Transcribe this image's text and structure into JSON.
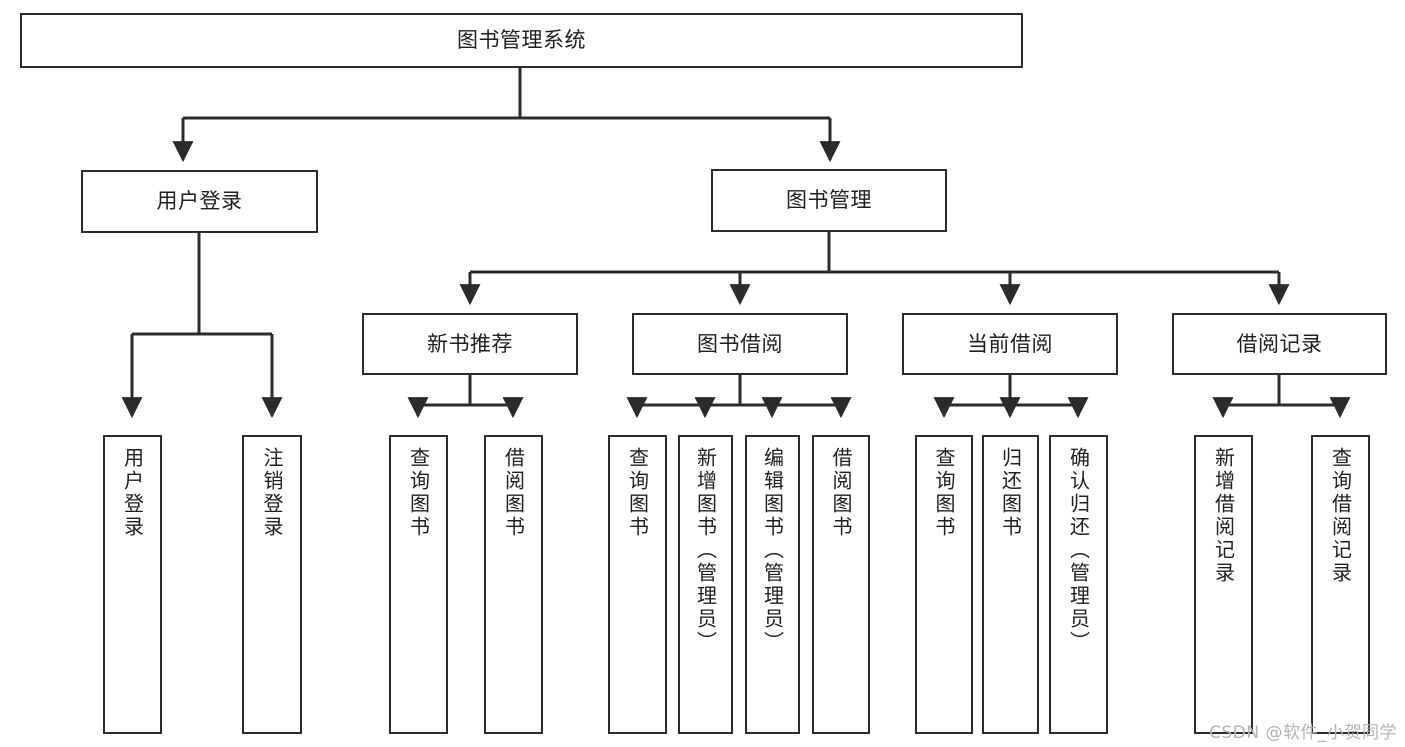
{
  "diagram": {
    "title": "图书管理系统",
    "type": "tree",
    "watermark": "CSDN @软件_小贺同学",
    "colors": {
      "box_border": "#2b2b2b",
      "box_fill": "#ffffff",
      "edge": "#2b2b2b",
      "text": "#1f1f1f",
      "watermark": "#b4b4b4",
      "background": "#ffffff"
    },
    "levels": {
      "root": "图书管理系统",
      "level2": [
        "用户登录",
        "图书管理"
      ],
      "level3": [
        "新书推荐",
        "图书借阅",
        "当前借阅",
        "借阅记录"
      ]
    },
    "nodes": {
      "root": {
        "label": "图书管理系统"
      },
      "user_login": {
        "label": "用户登录"
      },
      "book_manage": {
        "label": "图书管理"
      },
      "new_book_rec": {
        "label": "新书推荐"
      },
      "book_borrow": {
        "label": "图书借阅"
      },
      "current_borrow": {
        "label": "当前借阅"
      },
      "borrow_record": {
        "label": "借阅记录"
      }
    },
    "leaves": {
      "user_login": [
        {
          "label": "用户登录"
        },
        {
          "label": "注销登录"
        }
      ],
      "new_book_rec": [
        {
          "label": "查询图书"
        },
        {
          "label": "借阅图书"
        }
      ],
      "book_borrow": [
        {
          "label": "查询图书"
        },
        {
          "label": "新增图书（管理员）"
        },
        {
          "label": "编辑图书（管理员）"
        },
        {
          "label": "借阅图书"
        }
      ],
      "current_borrow": [
        {
          "label": "查询图书"
        },
        {
          "label": "归还图书"
        },
        {
          "label": "确认归还（管理员）"
        }
      ],
      "borrow_record": [
        {
          "label": "新增借阅记录"
        },
        {
          "label": "查询借阅记录"
        }
      ]
    }
  }
}
